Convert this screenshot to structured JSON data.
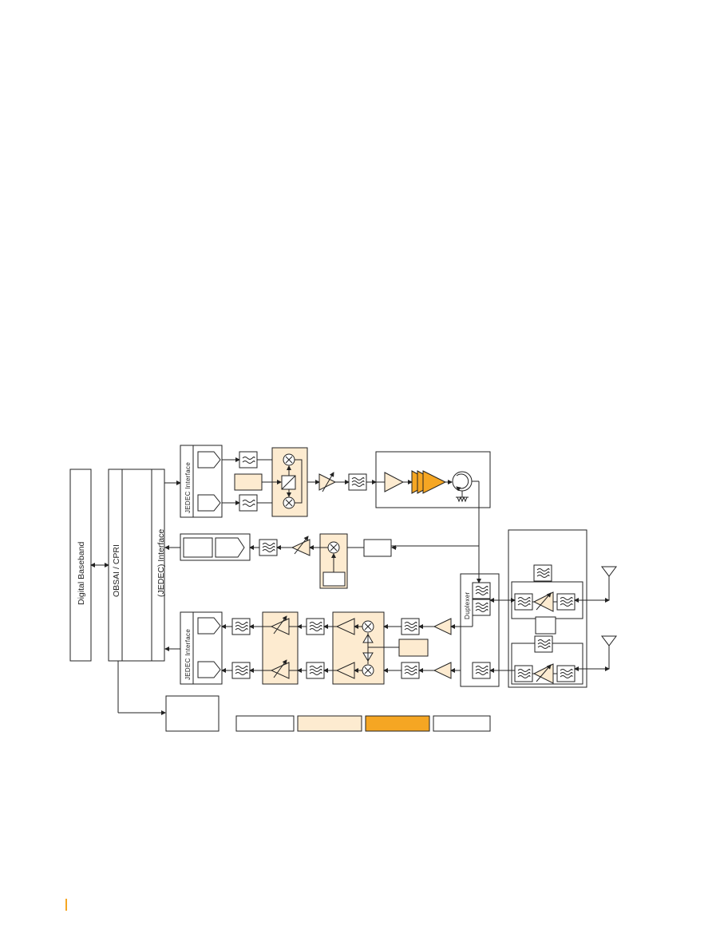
{
  "labels": {
    "digital_baseband": "Digital Baseband",
    "obsai_cpri": "OBSAI / CPRI",
    "jedec_interface_paren": "(JEDEC) Interface",
    "jedec_interface_top": "JEDEC Interface",
    "jedec_interface_bottom": "JEDEC Interface",
    "duplexer": "Duplexer"
  },
  "legend": {
    "colors": [
      "#ffffff",
      "#fdebd0",
      "#f5a623",
      "#ffffff"
    ]
  },
  "colors": {
    "light_fill": "#fdebd0",
    "orange": "#f5a623",
    "line": "#222222"
  },
  "icons": [
    "filter-icon",
    "mixer-icon",
    "amplifier-icon",
    "antenna-icon",
    "dac-icon",
    "adc-icon",
    "circulator-icon"
  ]
}
